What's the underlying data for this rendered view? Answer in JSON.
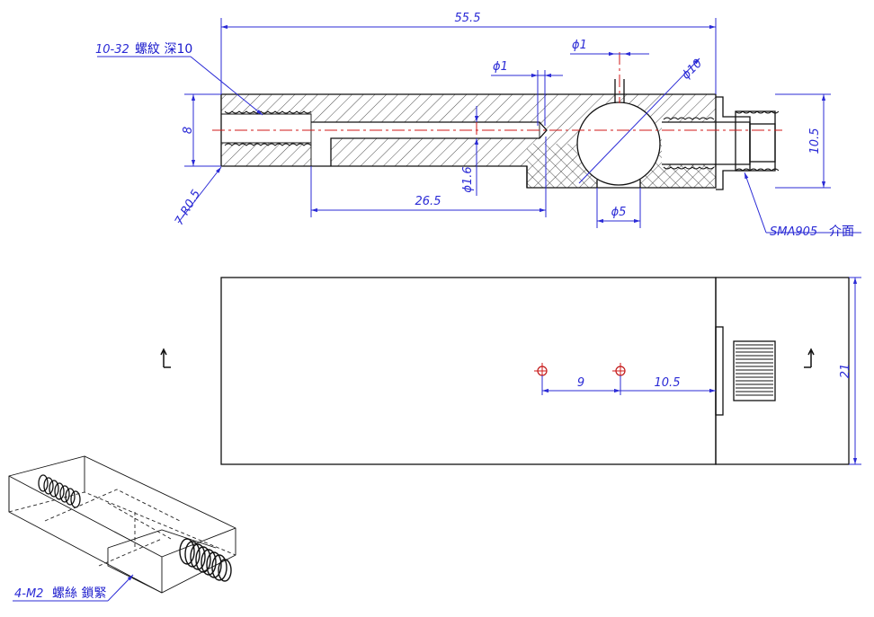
{
  "dimensions": {
    "overall_length": "55.5",
    "thread_note_prefix": "10-32",
    "thread_note_suffix": "螺紋 深10",
    "phi1_left": "ϕ1",
    "phi1_right": "ϕ1",
    "phi10": "ϕ10",
    "height_8": "8",
    "radius_note": "7-R0.5",
    "phi1_6": "ϕ1.6",
    "length_26_5": "26.5",
    "phi5": "ϕ5",
    "height_10_5": "10.5",
    "sma_prefix": "SMA905",
    "sma_suffix": "介面",
    "spacing_9": "9",
    "spacing_10_5": "10.5",
    "width_21": "21",
    "screw_note_prefix": "4-M2",
    "screw_note_suffix": "螺絲 鎖緊"
  }
}
